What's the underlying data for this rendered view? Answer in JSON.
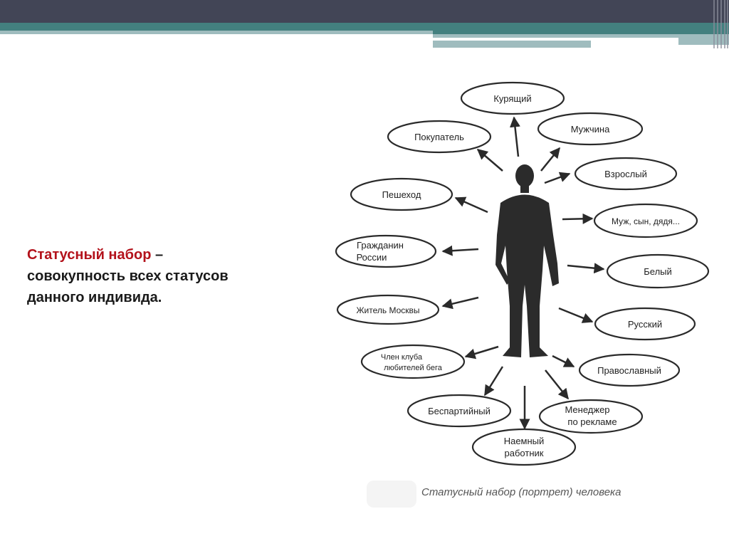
{
  "slide": {
    "definition": {
      "term": "Статусный набор",
      "dash": " –",
      "line2": "совокупность всех статусов",
      "line3": "данного индивида."
    },
    "diagram": {
      "center": "human-silhouette",
      "statuses": [
        {
          "id": "smoker",
          "lines": [
            "Курящий"
          ]
        },
        {
          "id": "buyer",
          "lines": [
            "Покупатель"
          ]
        },
        {
          "id": "man",
          "lines": [
            "Мужчина"
          ]
        },
        {
          "id": "adult",
          "lines": [
            "Взрослый"
          ]
        },
        {
          "id": "pedestrian",
          "lines": [
            "Пешеход"
          ]
        },
        {
          "id": "family",
          "lines": [
            "Муж, сын, дядя..."
          ]
        },
        {
          "id": "citizen",
          "lines": [
            "Гражданин",
            "России"
          ]
        },
        {
          "id": "white",
          "lines": [
            "Белый"
          ]
        },
        {
          "id": "moscow",
          "lines": [
            "Житель Москвы"
          ]
        },
        {
          "id": "russian",
          "lines": [
            "Русский"
          ]
        },
        {
          "id": "club",
          "lines": [
            "Член клуба",
            "любителей бега"
          ]
        },
        {
          "id": "orthodox",
          "lines": [
            "Православный"
          ]
        },
        {
          "id": "nonparty",
          "lines": [
            "Беспартийный"
          ]
        },
        {
          "id": "manager",
          "lines": [
            "Менеджер",
            "по рекламе"
          ]
        },
        {
          "id": "employee",
          "lines": [
            "Наемный",
            "работник"
          ]
        }
      ],
      "caption": "Статусный набор (портрет) человека"
    },
    "colors": {
      "header_dark": "#424556",
      "header_teal": "#43807f",
      "header_light": "#9fbcbe",
      "term_red": "#b3121b"
    }
  }
}
